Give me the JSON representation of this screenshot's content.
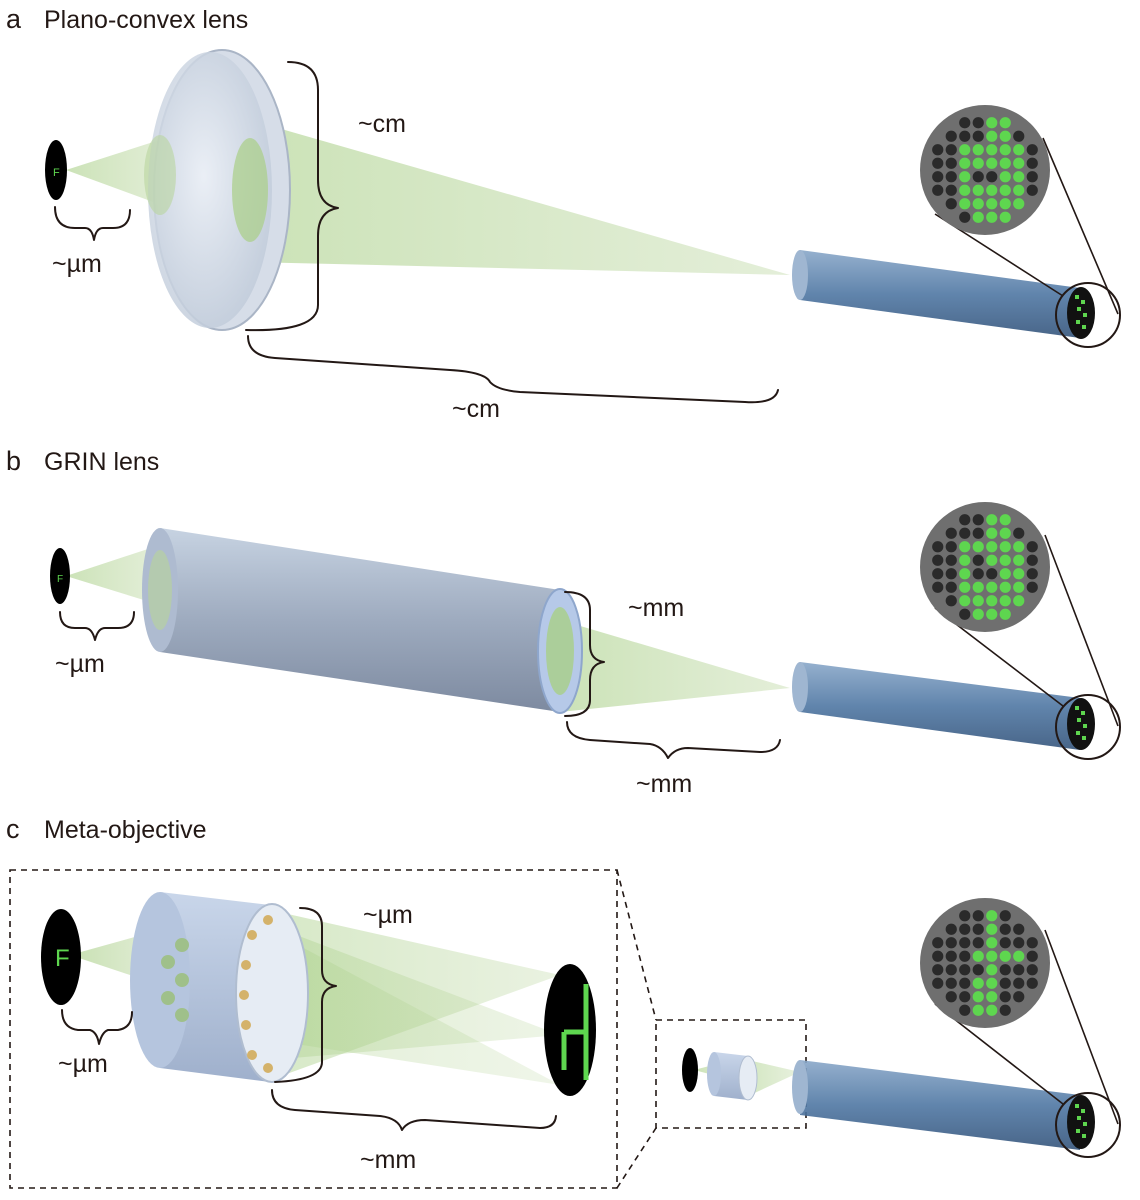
{
  "panels": [
    {
      "letter": "a",
      "title": "Plano-convex lens",
      "labels": {
        "object_gap": "~µm",
        "lens_height": "~cm",
        "path_length": "~cm"
      }
    },
    {
      "letter": "b",
      "title": "GRIN lens",
      "labels": {
        "object_gap": "~µm",
        "lens_height": "~mm",
        "path_length": "~mm"
      }
    },
    {
      "letter": "c",
      "title": "Meta-objective",
      "labels": {
        "object_gap": "~µm",
        "lens_height": "~µm",
        "path_length": "~mm"
      }
    }
  ],
  "object_glyph": "F",
  "colors": {
    "beam": "#8fbf63",
    "fiber": "#5d7fa6",
    "lens_glass": "#c9d4e3",
    "pixel_on": "#5ed64f",
    "pixel_off": "#2a2a2a",
    "zoom_disc": "#6f6f6f",
    "object_disc": "#000000"
  },
  "icons": [
    "fiber-bundle-icon",
    "magnifier-icon",
    "object-icon",
    "lens-icon",
    "metalens-icon"
  ]
}
